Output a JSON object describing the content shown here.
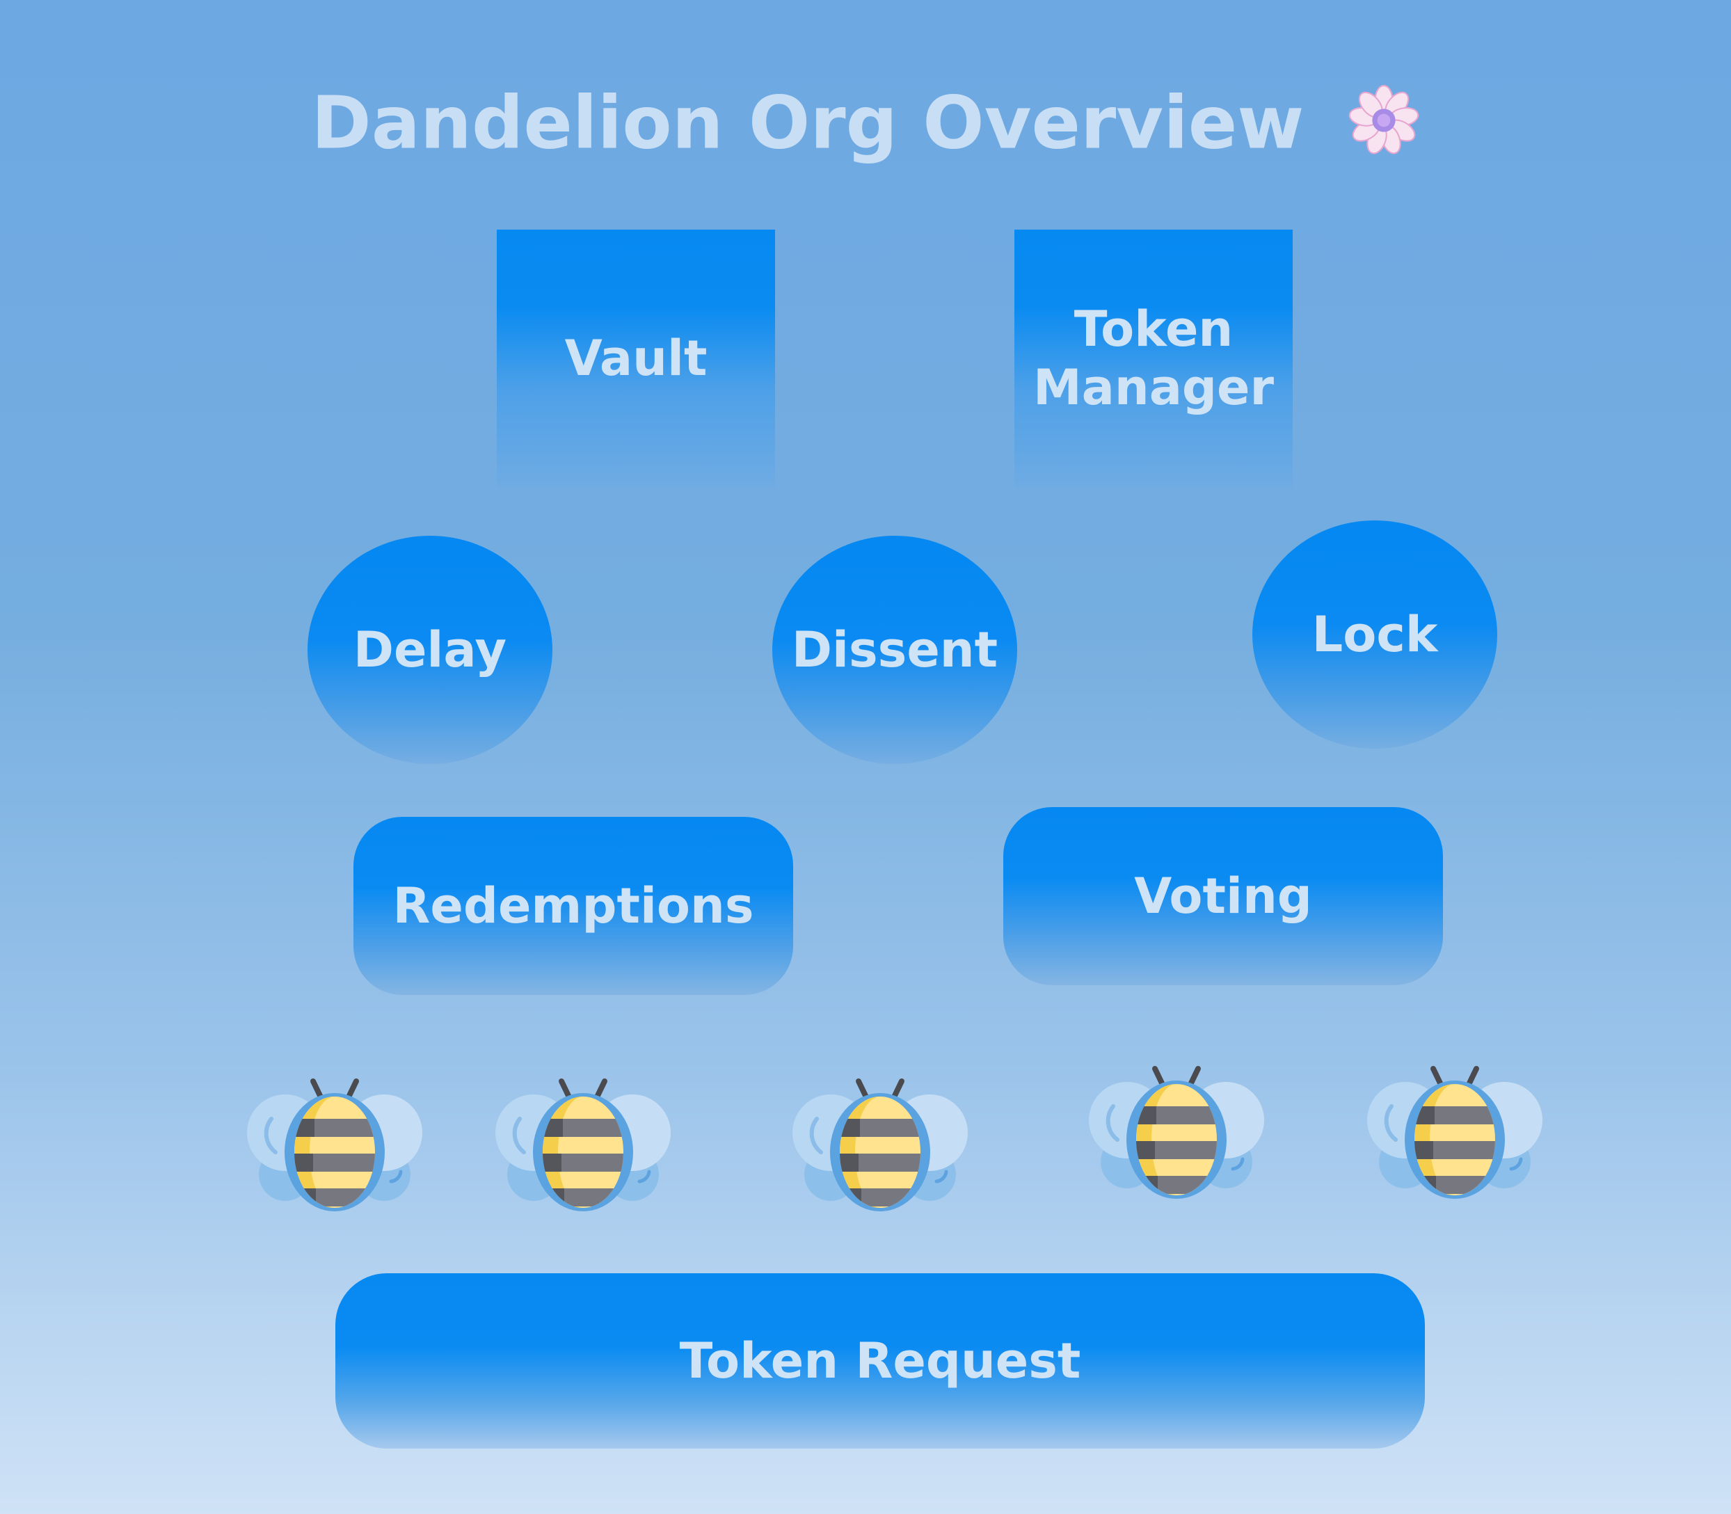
{
  "title": "Dandelion Org Overview",
  "title_icon": "flower-icon",
  "nodes": {
    "vault": "Vault",
    "token_manager": "Token Manager",
    "delay": "Delay",
    "dissent": "Dissent",
    "lock": "Lock",
    "redemptions": "Redemptions",
    "voting": "Voting",
    "token_request": "Token Request"
  },
  "bees": [
    "bee-icon",
    "bee-icon",
    "bee-icon",
    "bee-icon",
    "bee-icon"
  ],
  "colors": {
    "node_fill": "#0a8bf2",
    "text": "#cfe3f7",
    "background_top": "#6da8e3",
    "background_bottom": "#cfe2f6"
  }
}
